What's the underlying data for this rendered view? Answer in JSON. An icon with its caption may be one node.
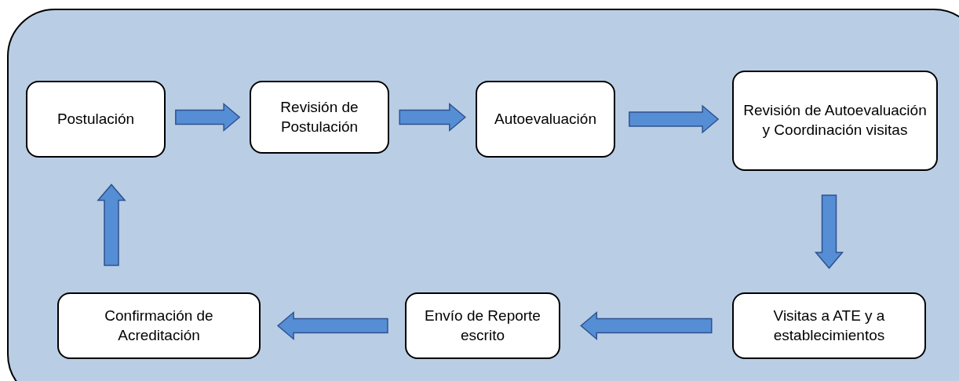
{
  "diagram": {
    "nodes": [
      {
        "text": [
          "Postulación"
        ]
      },
      {
        "text": [
          "Revisión de Postulación"
        ]
      },
      {
        "text": [
          "Autoevaluación"
        ]
      },
      {
        "text": [
          "Revisión de Autoevaluación y Coordinación visitas"
        ]
      },
      {
        "text": [
          "Visitas a ATE y a establecimientos"
        ]
      },
      {
        "text": [
          "Envío de Reporte escrito"
        ]
      },
      {
        "text": [
          "Confirmación de Acreditación"
        ]
      }
    ],
    "edges": [
      {
        "from": 0,
        "to": 1,
        "arrow": "to"
      },
      {
        "from": 1,
        "to": 2,
        "arrow": "to"
      },
      {
        "from": 2,
        "to": 3,
        "arrow": "to"
      },
      {
        "from": 3,
        "to": 4,
        "arrow": "to"
      },
      {
        "from": 4,
        "to": 5,
        "arrow": "to"
      },
      {
        "from": 5,
        "to": 6,
        "arrow": "to"
      },
      {
        "from": 6,
        "to": 0,
        "arrow": "to"
      }
    ]
  }
}
